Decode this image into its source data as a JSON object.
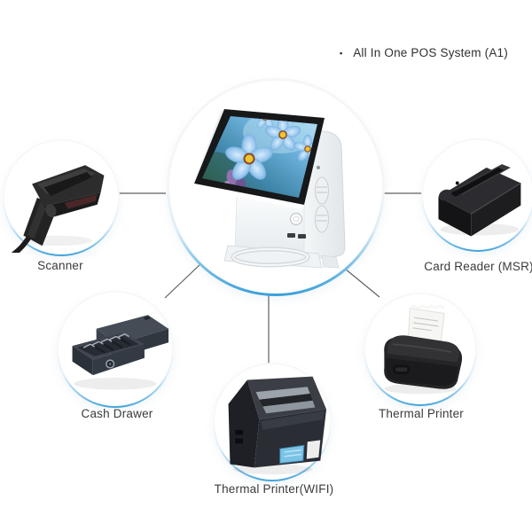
{
  "title": {
    "bullet": "▪",
    "text": "All In One POS System (A1)"
  },
  "nodes": {
    "pos": {
      "label": "",
      "description": "all-in-one POS terminal with touchscreen"
    },
    "scanner": {
      "label": "Scanner"
    },
    "card_reader": {
      "label": "Card Reader (MSR)"
    },
    "cash_drawer": {
      "label": "Cash Drawer"
    },
    "thermal_printer": {
      "label": "Thermal Printer"
    },
    "thermal_printer_wifi": {
      "label": "Thermal Printer(WIFI)"
    }
  },
  "connections": [
    {
      "from": "pos",
      "to": "scanner"
    },
    {
      "from": "pos",
      "to": "card_reader"
    },
    {
      "from": "pos",
      "to": "cash_drawer"
    },
    {
      "from": "pos",
      "to": "thermal_printer"
    },
    {
      "from": "pos",
      "to": "thermal_printer_wifi"
    }
  ],
  "colors": {
    "background": "#ffffff",
    "accent_blue_arc": "#3fa3da",
    "connector_line": "#606060",
    "label_text": "#3b3b3b"
  }
}
